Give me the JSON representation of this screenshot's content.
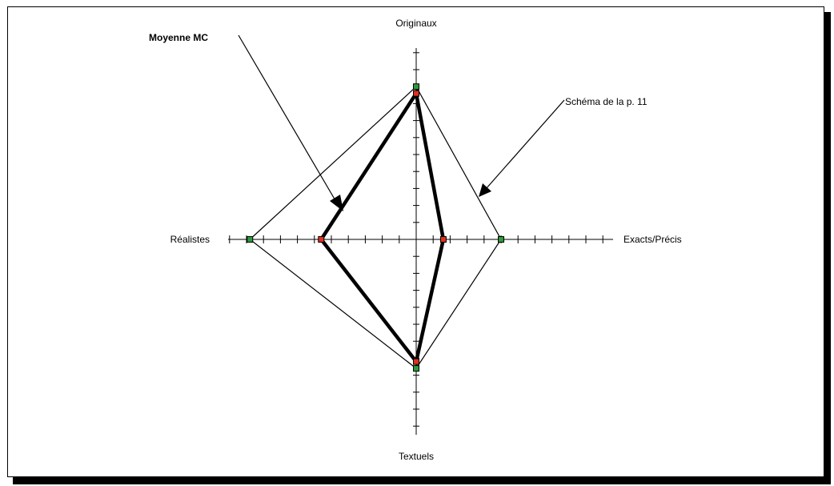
{
  "axes": {
    "top": "Originaux",
    "bottom": "Textuels",
    "left": "Réalistes",
    "right": "Exacts/Précis"
  },
  "callouts": {
    "moyenne": "Moyenne  MC",
    "schema": "Schéma de la p. 11"
  },
  "chart_data": {
    "type": "radar",
    "axes": [
      "Originaux",
      "Exacts/Précis",
      "Textuels",
      "Réalistes"
    ],
    "range": [
      0,
      10
    ],
    "series": [
      {
        "name": "Moyenne  MC",
        "color": "#e03020",
        "values": {
          "Originaux": 8.6,
          "Exacts/Précis": 1.6,
          "Textuels": 7.2,
          "Réalistes": 5.6
        }
      },
      {
        "name": "Schéma de la p. 11",
        "color": "#2e9a3a",
        "values": {
          "Originaux": 9.0,
          "Exacts/Précis": 5.0,
          "Textuels": 7.6,
          "Réalistes": 9.8
        }
      }
    ]
  }
}
